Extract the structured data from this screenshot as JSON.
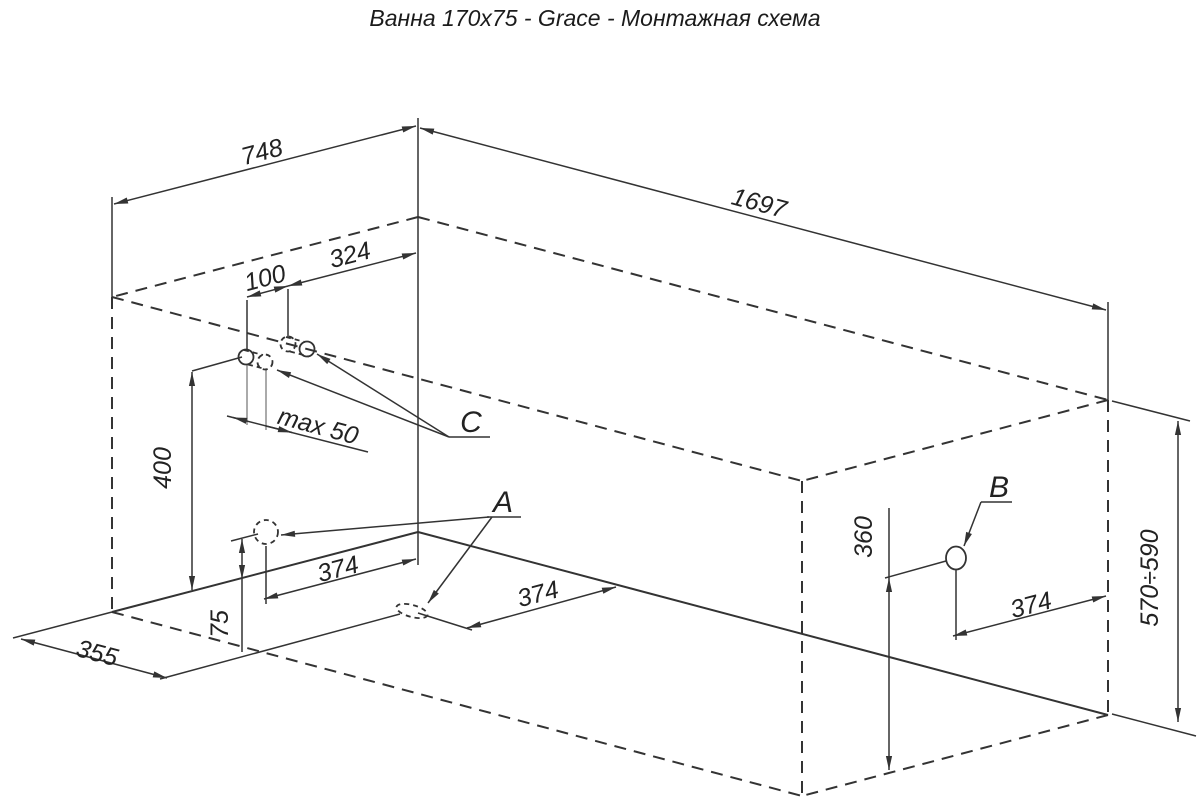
{
  "title": "Ванна 170x75 - Grace - Монтажная схема",
  "colors": {
    "line": "#333333",
    "thin_line": "#8e8e8e",
    "background": "#ffffff"
  },
  "dimensions": {
    "top_width": "748",
    "top_length": "1697",
    "bracket_spacing": "100",
    "bracket_to_corner": "324",
    "slot_play": "max 50",
    "bracket_height": "400",
    "hole_a_height": "75",
    "hole_a_offset": "374",
    "drain_offset": "374",
    "hole_b_offset": "374",
    "drain_to_end": "355",
    "hole_b_height": "360",
    "overall_height": "570÷590"
  },
  "labels": {
    "drain": "A",
    "end_hole": "B",
    "wall_brackets": "C"
  }
}
